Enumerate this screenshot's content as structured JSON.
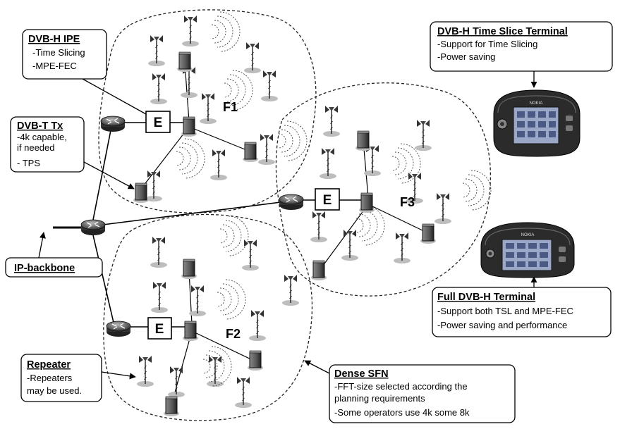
{
  "callouts": {
    "ipe": {
      "title": "DVB-H IPE",
      "lines": [
        "-Time Slicing",
        "-MPE-FEC"
      ]
    },
    "tx": {
      "title": "DVB-T Tx",
      "lines": [
        "-4k capable,",
        " if needed",
        "- TPS"
      ]
    },
    "backbone": {
      "title": "IP-backbone"
    },
    "repeater": {
      "title": "Repeater",
      "lines": [
        "-Repeaters",
        " may be used."
      ]
    },
    "sfn": {
      "title": "Dense SFN",
      "lines": [
        "-FFT-size selected according the",
        " planning requirements",
        "-Some operators use 4k some 8k"
      ]
    },
    "ts_terminal": {
      "title": "DVB-H Time Slice Terminal",
      "lines": [
        "-Support for Time Slicing",
        "-Power saving"
      ]
    },
    "full_terminal": {
      "title": "Full DVB-H Terminal",
      "lines": [
        "-Support both TSL and MPE-FEC",
        "-Power saving and performance"
      ]
    }
  },
  "encapsulator_label": "E",
  "cells": {
    "f1": "F1",
    "f2": "F2",
    "f3": "F3"
  },
  "device_brand": "NOKIA",
  "colors": {
    "ink": "#000000",
    "ground": "#bdbdbd",
    "device_body": "#2b2b2b",
    "screen": "#9aa7c7"
  },
  "icons": [
    "router-icon",
    "transmitter-mast-icon",
    "transmitter-cabinet-icon",
    "radio-wave-icon",
    "handheld-terminal-icon"
  ]
}
